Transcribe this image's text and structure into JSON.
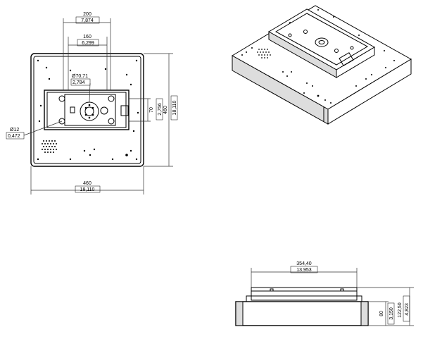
{
  "top_view": {
    "dim_width_outer": "200",
    "dim_width_outer_in": "7,874",
    "dim_width_inner": "160",
    "dim_width_inner_in": "6,299",
    "dim_diameter_center": "Ø70,71",
    "dim_diameter_center_in": "2,784",
    "dim_hole": "Ø12",
    "dim_hole_in": "0,472",
    "dim_right_small": "70",
    "dim_right_small_in": "2,756",
    "dim_right_large": "460",
    "dim_right_large_in": "18,110",
    "dim_bottom": "460",
    "dim_bottom_in": "18,110"
  },
  "side_view": {
    "dim_top_width": "354,40",
    "dim_top_width_in": "13,953",
    "dim_body_height": "80",
    "dim_body_height_in": "3,150",
    "dim_total_height": "122,50",
    "dim_total_height_in": "4,823"
  }
}
